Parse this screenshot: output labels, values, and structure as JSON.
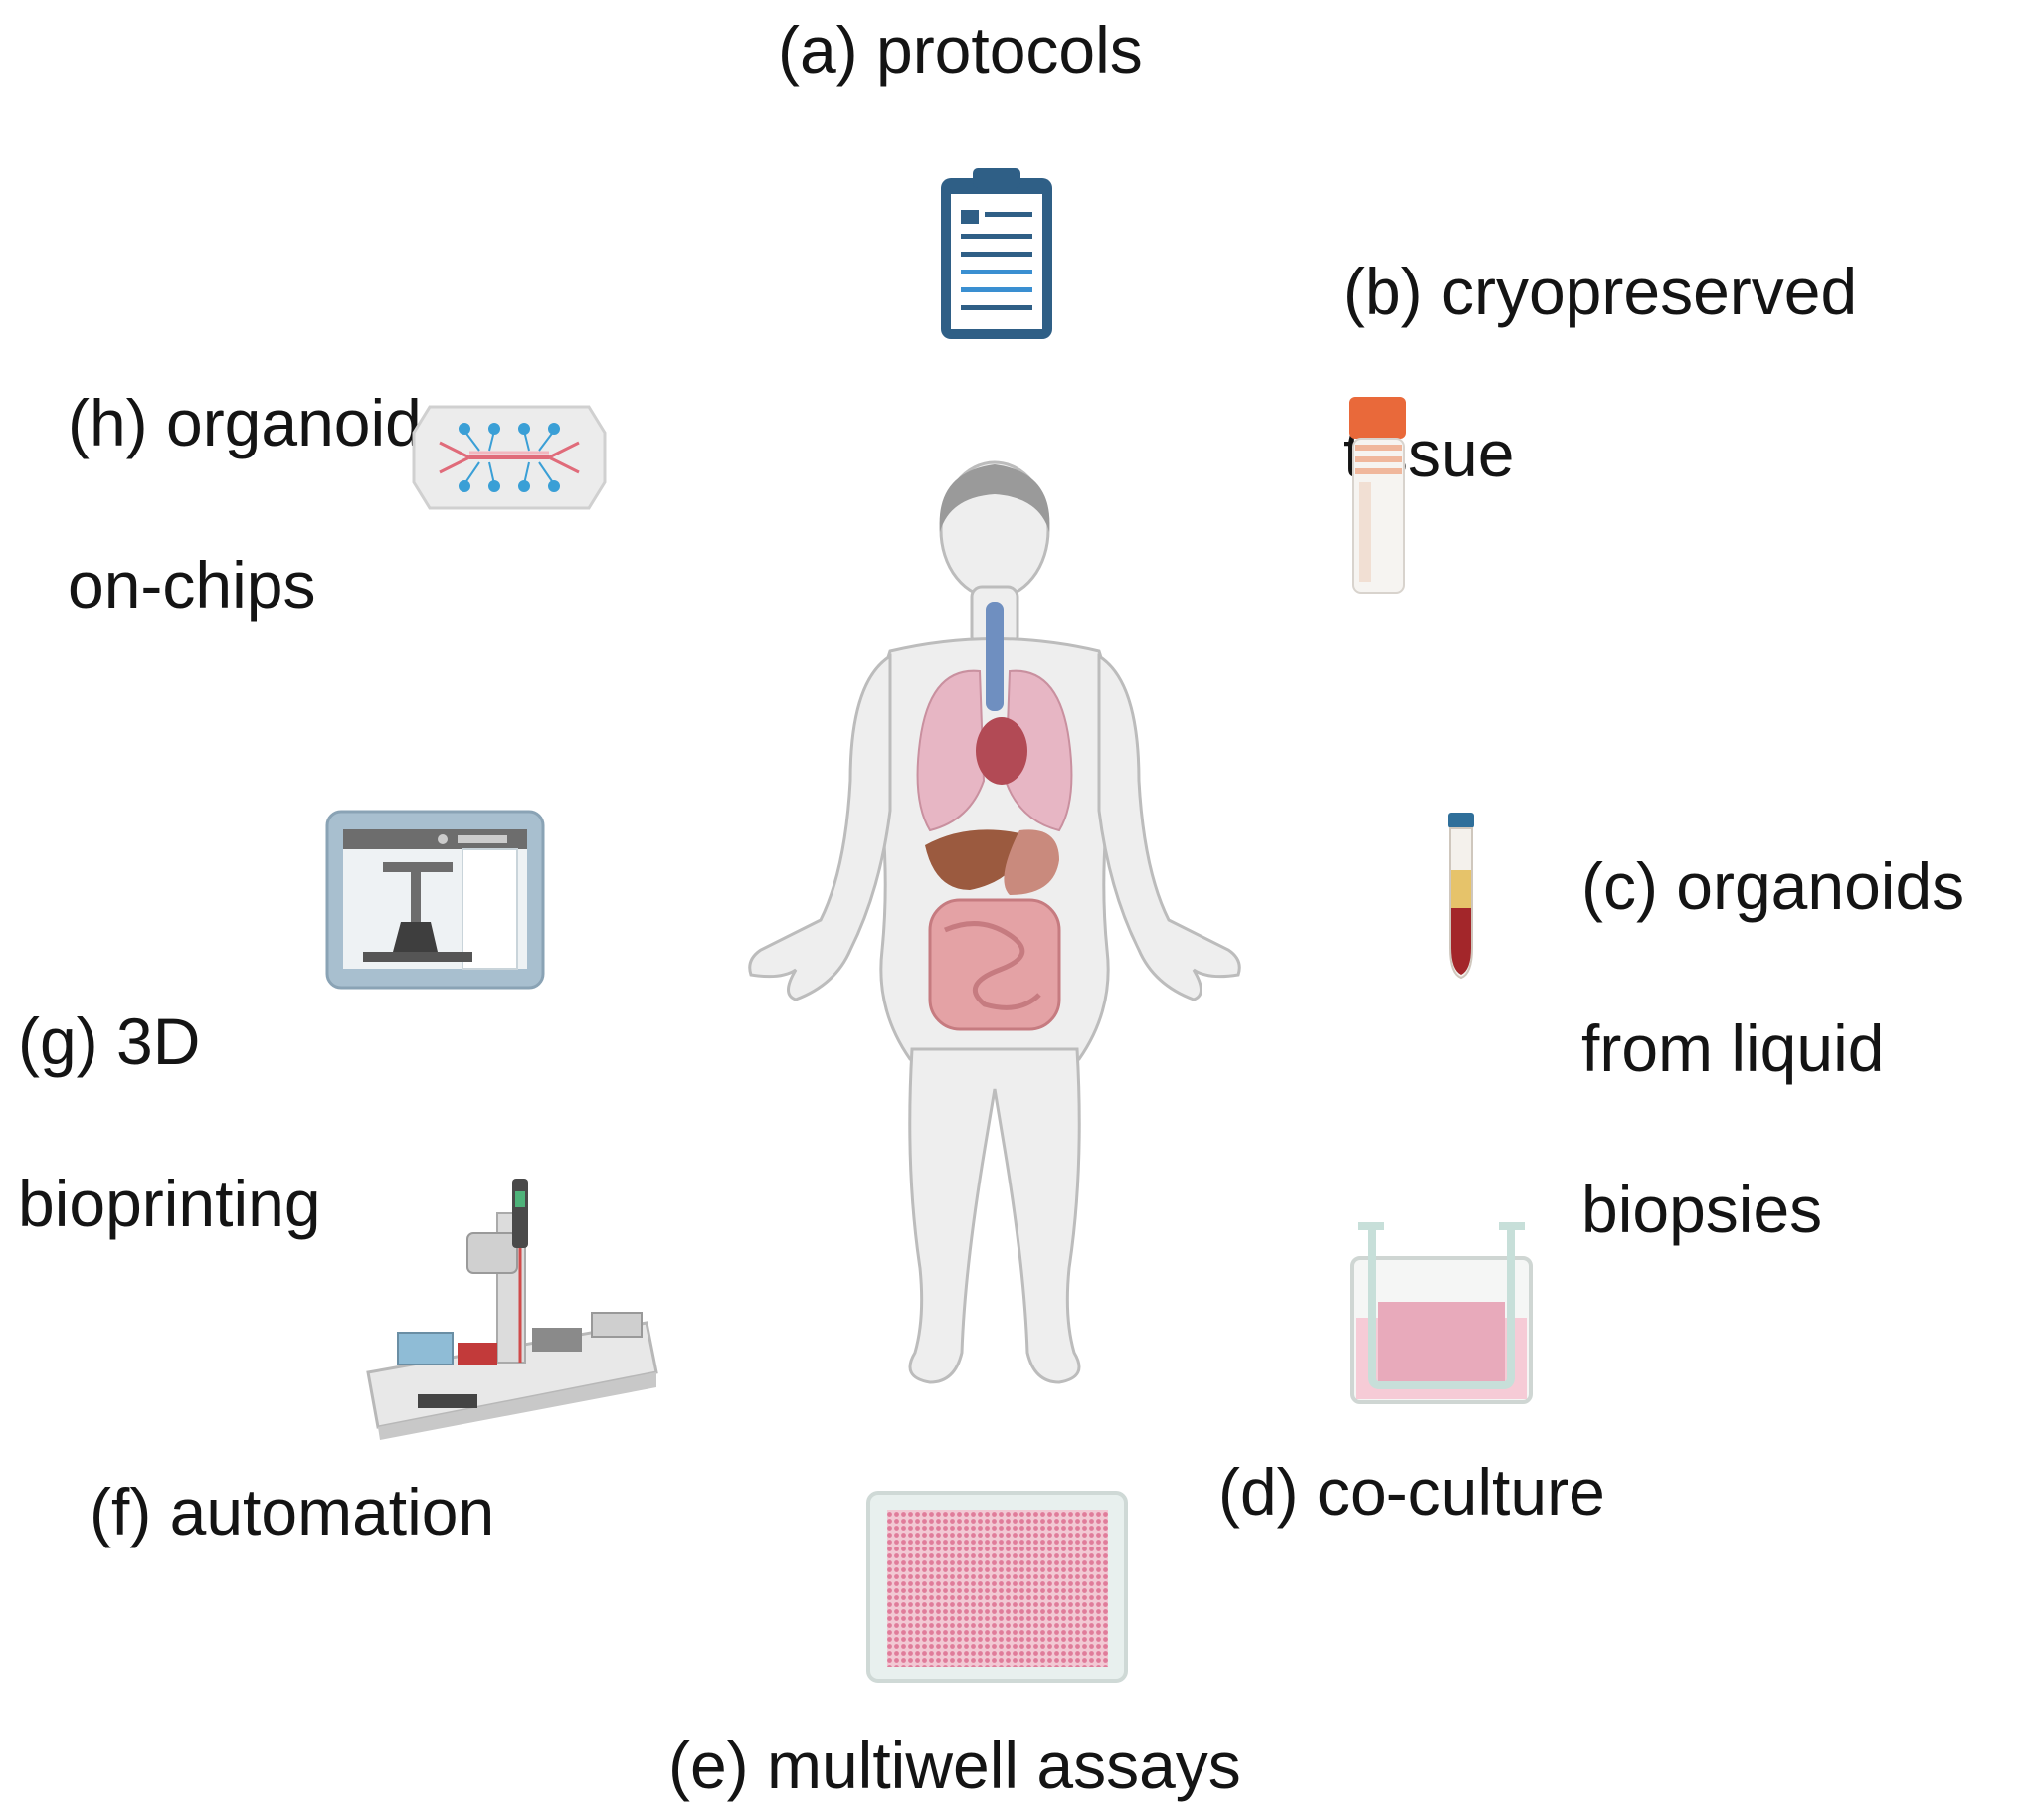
{
  "labels": {
    "a": "(a) protocols",
    "b": [
      "(b) cryopreserved",
      "tissue"
    ],
    "c": [
      "(c) organoids",
      "from liquid",
      "biopsies"
    ],
    "d": "(d) co-culture",
    "e": "(e) multiwell assays",
    "f": "(f) automation",
    "g": [
      "(g) 3D",
      "bioprinting"
    ],
    "h": [
      "(h) organoids-",
      "on-chips"
    ]
  },
  "icons": {
    "center": "human-body-organs-icon",
    "a": "clipboard-icon",
    "b": "cryovial-icon",
    "c": "blood-tube-icon",
    "d": "transwell-icon",
    "e": "multiwell-plate-icon",
    "f": "liquid-handler-robot-icon",
    "g": "3d-printer-icon",
    "h": "organ-chip-icon"
  },
  "colors": {
    "clipboard": "#2f5f86",
    "clipboard_lines": "#3a8fd1",
    "cap_orange": "#e9693a",
    "tube_cap_blue": "#2f6f9a",
    "blood": "#a3262a",
    "pink_medium": "#e8aabb",
    "chip_red": "#e06b7a",
    "chip_blue": "#3a9fd6"
  }
}
